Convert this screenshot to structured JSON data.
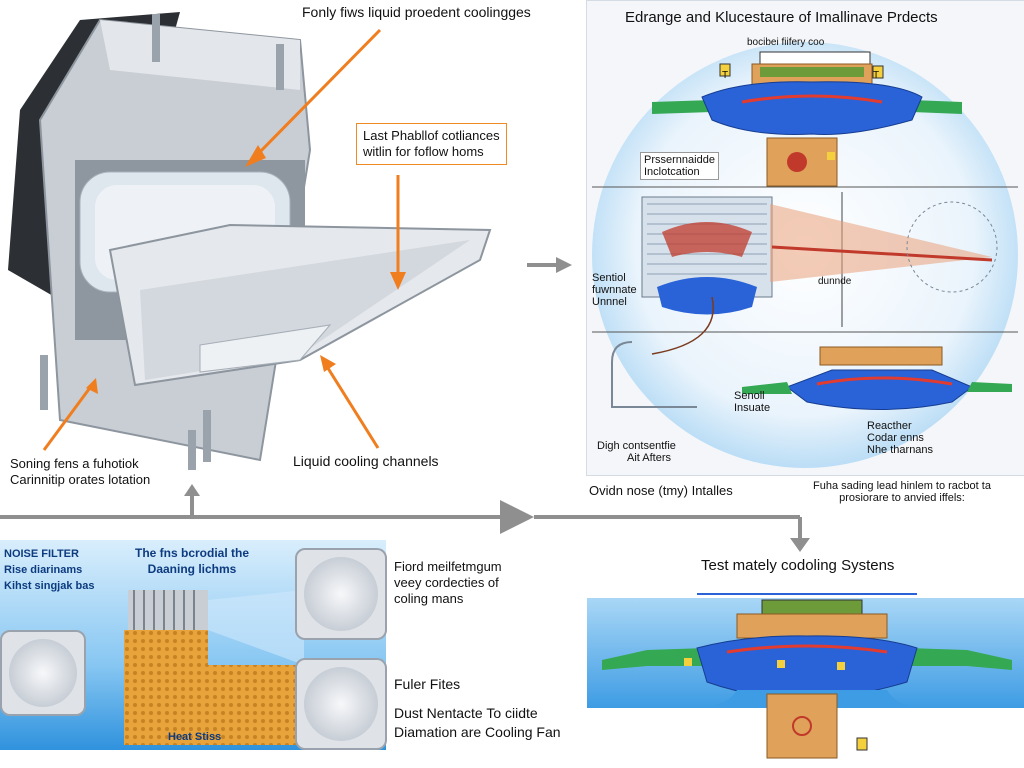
{
  "top_title": "Fonly fiws liquid proedent coolingges",
  "right_title": "Edrange and Klucestaure of Imallinave Prdects",
  "callout_box": {
    "line1": "Last Phabllof cotliances",
    "line2": "witlin for foflow homs"
  },
  "left_label": {
    "line1": "Soning fens a fuhotiok",
    "line2": "Carinnitip orates lotation"
  },
  "channels_label": "Liquid cooling channels",
  "circle_labels": {
    "top_small": "bocibei fiifery coo",
    "marker_t1": "T",
    "marker_t2": "T",
    "pres_line1": "Prssernnaidde",
    "pres_line2": "Inclotcation",
    "sensor_line1": "Sentiol",
    "sensor_line2": "fuwnnate",
    "sensor_line3": "Unnnel",
    "beam_label": "dunnde",
    "sensol_line1": "Senoll",
    "sensol_line2": "Insuate",
    "high_line1": "Digh contsentfie",
    "high_line2": "Ait Afters",
    "reacher_line1": "Reacther",
    "reacher_line2": "Codar enns",
    "reacher_line3": "Nhe tharnans"
  },
  "below_circle_left": "Ovidn nose (tmy) Intalles",
  "below_circle_right": {
    "line1": "Fuha sading lead hinlem to racbot ta",
    "line2": "prosiorare to anvied iffels:"
  },
  "noise_panel": {
    "title1": "NOISE FILTER",
    "title2": "Rise diarinams",
    "title3": "Kihst singjak bas",
    "center_title1": "The fns bcrodial the",
    "center_title2": "Daaning lichms",
    "heat_label": "Heat Stiss"
  },
  "mid_labels": {
    "fiord_line1": "Fiord meilfetmgum",
    "fiord_line2": "veey cordecties of",
    "fiord_line3": "coling mans",
    "fuler": "Fuler Fites",
    "dust_line1": "Dust Nentacte  To ciidte",
    "dust_line2": "Diamation are Cooling Fan"
  },
  "bottom_right_title": "Test mately codoling Systens",
  "colors": {
    "arrow_orange": "#f07d1e",
    "arrow_grey": "#8f8f8f",
    "cooling_blue": "#2a62d8",
    "copper": "#e0a25a",
    "green_hose": "#34a853",
    "panel_blue": "#3e9ce4"
  }
}
